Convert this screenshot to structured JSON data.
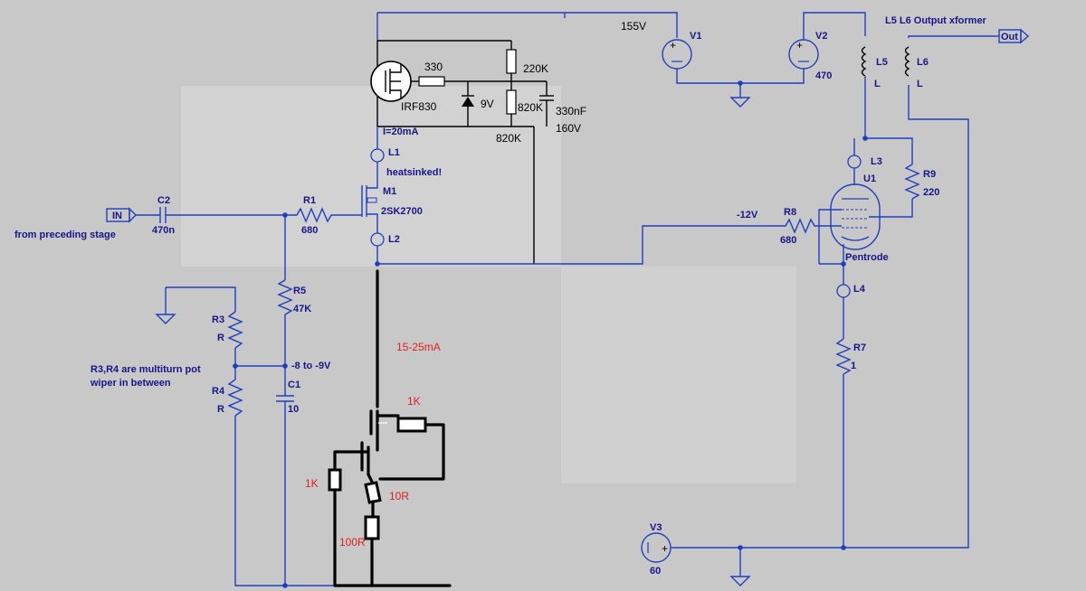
{
  "labels": {
    "v155": "155V",
    "v1": "V1",
    "v2": "V2",
    "v2_val": "470",
    "xformer_title": "L5 L6 Output xformer",
    "out": "Out",
    "l5": "L5",
    "l5_val": "L",
    "l6": "L6",
    "l6_val": "L",
    "r330": "330",
    "r220k": "220K",
    "mosfet": "IRF830",
    "zener": "9V",
    "r820k_small": "820K",
    "cap330": "330nF",
    "cap_v": "160V",
    "r820k": "820K",
    "current": "I=20mA",
    "l1": "L1",
    "heatsink": "heatsinked!",
    "m1": "M1",
    "m1_part": "2SK2700",
    "l2": "L2",
    "in": "IN",
    "c2": "C2",
    "c2_val": "470n",
    "preceding": "from preceding stage",
    "r1": "R1",
    "r1_val": "680",
    "neg12": "-12V",
    "r8": "R8",
    "r8_val": "680",
    "l3": "L3",
    "u1": "U1",
    "pentrode": "Pentrode",
    "r9": "R9",
    "r9_val": "220",
    "r5": "R5",
    "r5_val": "47K",
    "r3": "R3",
    "r3_val": "R",
    "r4": "R4",
    "r4_val": "R",
    "bias": "-8 to -9V",
    "c1": "C1",
    "c1_val": "10",
    "multiturn1": "R3,R4 are multiturn pot",
    "multiturn2": "wiper in between",
    "l4": "L4",
    "r7": "R7",
    "r7_val": "1",
    "v3": "V3",
    "v3_val": "60",
    "red_current": "15-25mA",
    "red_1k_a": "1K",
    "red_1k_b": "1K",
    "red_10r": "10R",
    "red_100r": "100R"
  }
}
